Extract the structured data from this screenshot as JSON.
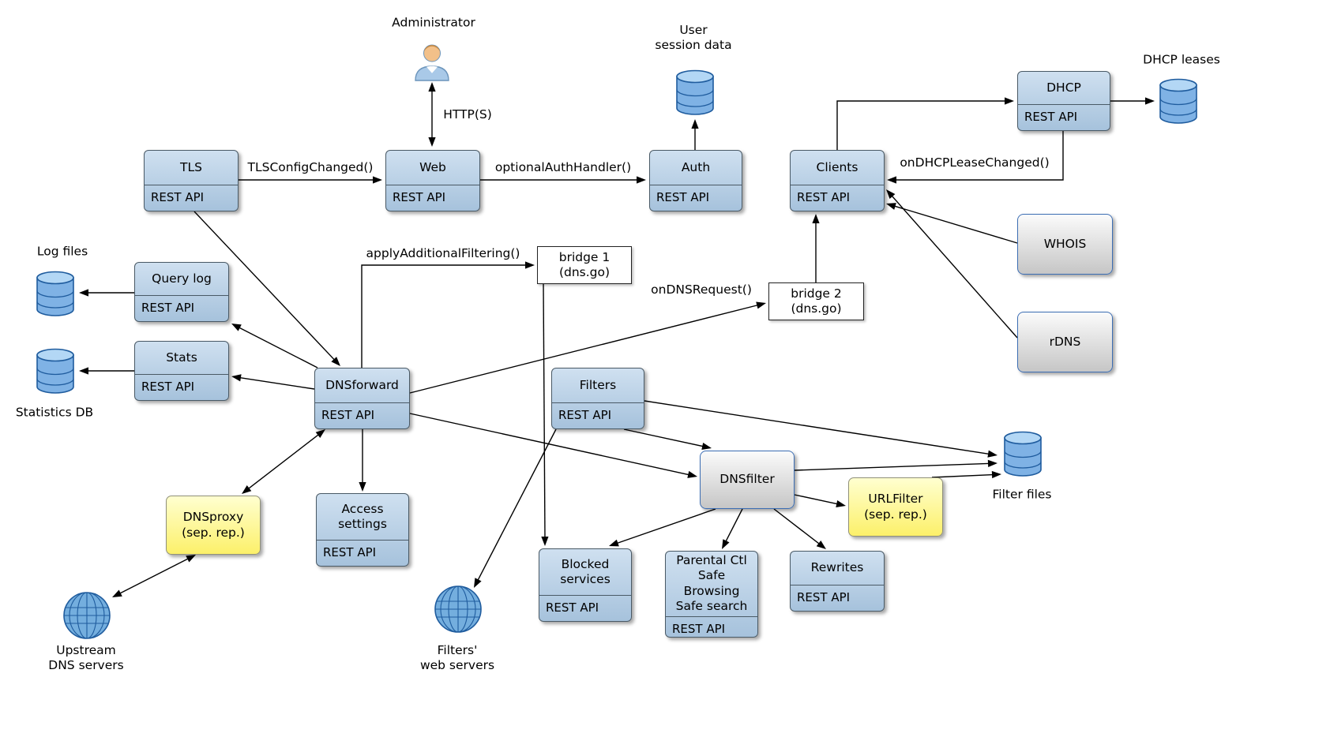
{
  "colors": {
    "background": "#ffffff",
    "text": "#000000",
    "line": "#000000",
    "module_top": "#cfe0f0",
    "module_bottom": "#a6c2dc",
    "module_border": "#4a5a66",
    "plain_top": "#fbfbfb",
    "plain_bottom": "#c6c6c6",
    "plain_border": "#3c6eb4",
    "bridge_bg": "#ffffff",
    "bridge_border": "#222222",
    "external_top": "#ffffd0",
    "external_bottom": "#fcf06a",
    "external_border": "#91917a",
    "db_body": "#7fb2e5",
    "db_top": "#b3d7f5",
    "db_stroke": "#1f5c9e",
    "globe_fill": "#74aede",
    "globe_stroke": "#1f5c9e",
    "person_head": "#f2c089",
    "person_hair": "#c98a42",
    "person_body": "#a9c9e8",
    "person_stroke": "#6b94bb"
  },
  "nodes": {
    "tls": {
      "kind": "module",
      "title": "TLS",
      "sub": "REST API"
    },
    "web": {
      "kind": "module",
      "title": "Web",
      "sub": "REST API"
    },
    "auth": {
      "kind": "module",
      "title": "Auth",
      "sub": "REST API"
    },
    "clients": {
      "kind": "module",
      "title": "Clients",
      "sub": "REST API"
    },
    "dhcp": {
      "kind": "module",
      "title": "DHCP",
      "sub": "REST API"
    },
    "whois": {
      "kind": "plain",
      "title": "WHOIS"
    },
    "rdns": {
      "kind": "plain",
      "title": "rDNS"
    },
    "bridge1": {
      "kind": "bridge",
      "title": "bridge 1\n(dns.go)"
    },
    "bridge2": {
      "kind": "bridge",
      "title": "bridge 2\n(dns.go)"
    },
    "querylog": {
      "kind": "module",
      "title": "Query log",
      "sub": "REST API"
    },
    "stats": {
      "kind": "module",
      "title": "Stats",
      "sub": "REST API"
    },
    "dnsforward": {
      "kind": "module",
      "title": "DNSforward",
      "sub": "REST API"
    },
    "filters": {
      "kind": "module",
      "title": "Filters",
      "sub": "REST API"
    },
    "dnsfilter": {
      "kind": "plain",
      "title": "DNSfilter"
    },
    "urlfilter": {
      "kind": "external",
      "title": "URLFilter\n(sep. rep.)"
    },
    "dnsproxy": {
      "kind": "external",
      "title": "DNSproxy\n(sep. rep.)"
    },
    "access": {
      "kind": "module",
      "title": "Access\nsettings",
      "sub": "REST API"
    },
    "blocked": {
      "kind": "module",
      "title": "Blocked\nservices",
      "sub": "REST API"
    },
    "parental": {
      "kind": "module",
      "title": "Parental Ctl\nSafe Browsing\nSafe search",
      "sub": "REST API"
    },
    "rewrites": {
      "kind": "module",
      "title": "Rewrites",
      "sub": "REST API"
    }
  },
  "icons": {
    "administrator": {
      "kind": "person",
      "label": "Administrator"
    },
    "user_session_data": {
      "kind": "db",
      "label": "User\nsession data"
    },
    "dhcp_leases": {
      "kind": "db",
      "label": "DHCP leases"
    },
    "log_files": {
      "kind": "db",
      "label": "Log files"
    },
    "statistics_db": {
      "kind": "db",
      "label": "Statistics DB"
    },
    "filter_files": {
      "kind": "db",
      "label": "Filter files"
    },
    "upstream_dns_servers": {
      "kind": "globe",
      "label": "Upstream\nDNS servers"
    },
    "filters_web_servers": {
      "kind": "globe",
      "label": "Filters'\nweb servers"
    }
  },
  "edges": [
    {
      "id": "tls-web",
      "from": "tls",
      "to": "web",
      "label": "TLSConfigChanged()"
    },
    {
      "id": "administrator-web",
      "from": "administrator",
      "to": "web",
      "label": "HTTP(S)",
      "bidirectional": true
    },
    {
      "id": "web-auth",
      "from": "web",
      "to": "auth",
      "label": "optionalAuthHandler()"
    },
    {
      "id": "auth-user-session",
      "from": "auth",
      "to": "user_session_data"
    },
    {
      "id": "clients-dhcp",
      "from": "clients",
      "to": "dhcp"
    },
    {
      "id": "dhcp-dhcp-leases",
      "from": "dhcp",
      "to": "dhcp_leases"
    },
    {
      "id": "dhcp-clients",
      "from": "dhcp",
      "to": "clients",
      "label": "onDHCPLeaseChanged()"
    },
    {
      "id": "whois-clients",
      "from": "whois",
      "to": "clients"
    },
    {
      "id": "rdns-clients",
      "from": "rdns",
      "to": "clients"
    },
    {
      "id": "tls-dnsforward",
      "from": "tls",
      "to": "dnsforward"
    },
    {
      "id": "dnsforward-querylog",
      "from": "dnsforward",
      "to": "querylog"
    },
    {
      "id": "querylog-log-files",
      "from": "querylog",
      "to": "log_files"
    },
    {
      "id": "dnsforward-stats",
      "from": "dnsforward",
      "to": "stats"
    },
    {
      "id": "stats-statistics-db",
      "from": "stats",
      "to": "statistics_db"
    },
    {
      "id": "dnsforward-bridge1",
      "from": "dnsforward",
      "to": "bridge1",
      "label": "applyAdditionalFiltering()"
    },
    {
      "id": "dnsforward-bridge2",
      "from": "dnsforward",
      "to": "bridge2",
      "label": "onDNSRequest()"
    },
    {
      "id": "bridge2-clients",
      "from": "bridge2",
      "to": "clients"
    },
    {
      "id": "bridge1-blocked",
      "from": "bridge1",
      "to": "blocked"
    },
    {
      "id": "dnsforward-dnsfilter",
      "from": "dnsforward",
      "to": "dnsfilter"
    },
    {
      "id": "filters-dnsfilter",
      "from": "filters",
      "to": "dnsfilter"
    },
    {
      "id": "filters-filter-files",
      "from": "filters",
      "to": "filter_files"
    },
    {
      "id": "dnsfilter-filter-files",
      "from": "dnsfilter",
      "to": "filter_files"
    },
    {
      "id": "dnsfilter-urlfilter",
      "from": "dnsfilter",
      "to": "urlfilter"
    },
    {
      "id": "urlfilter-filter-files",
      "from": "urlfilter",
      "to": "filter_files"
    },
    {
      "id": "dnsfilter-blocked",
      "from": "dnsfilter",
      "to": "blocked"
    },
    {
      "id": "dnsfilter-parental",
      "from": "dnsfilter",
      "to": "parental"
    },
    {
      "id": "dnsfilter-rewrites",
      "from": "dnsfilter",
      "to": "rewrites"
    },
    {
      "id": "dnsforward-access",
      "from": "dnsforward",
      "to": "access"
    },
    {
      "id": "dnsforward-dnsproxy",
      "from": "dnsforward",
      "to": "dnsproxy",
      "bidirectional": true
    },
    {
      "id": "dnsproxy-upstream",
      "from": "dnsproxy",
      "to": "upstream_dns_servers",
      "bidirectional": true
    },
    {
      "id": "filters-web-servers",
      "from": "filters",
      "to": "filters_web_servers"
    }
  ]
}
